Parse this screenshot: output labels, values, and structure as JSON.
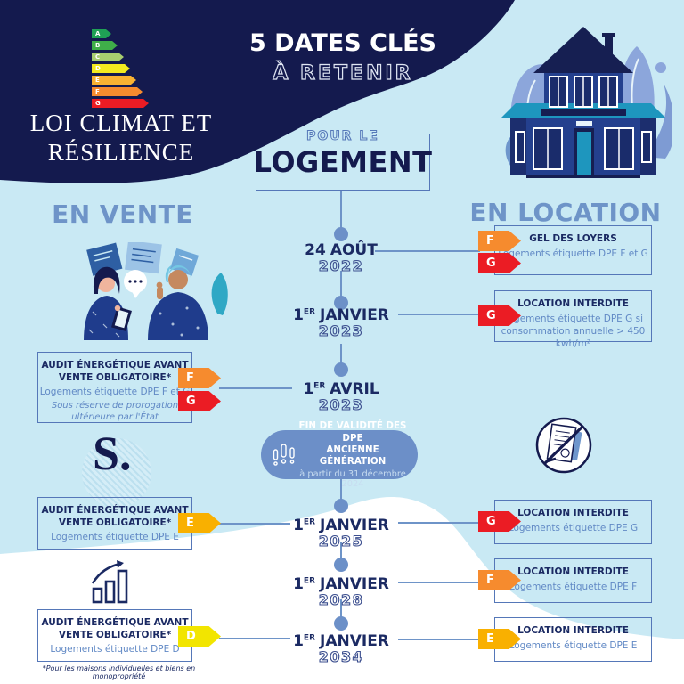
{
  "brand": {
    "line1": "LOI CLIMAT ET",
    "line2": "RÉSILIENCE"
  },
  "energy_scale": [
    {
      "letter": "A",
      "color": "#1FA055"
    },
    {
      "letter": "B",
      "color": "#3FAE49"
    },
    {
      "letter": "C",
      "color": "#A8CE6F"
    },
    {
      "letter": "D",
      "color": "#F3EA1F"
    },
    {
      "letter": "E",
      "color": "#F9B232"
    },
    {
      "letter": "F",
      "color": "#F68B2E"
    },
    {
      "letter": "G",
      "color": "#EB1C24"
    }
  ],
  "header": {
    "title": "5 DATES CLÉS",
    "subtitle": "À RETENIR",
    "kicker": "POUR LE",
    "topic": "LOGEMENT"
  },
  "columns": {
    "vente": "EN VENTE",
    "location": "EN LOCATION"
  },
  "timeline": {
    "events": [
      {
        "day": "24",
        "ord": "",
        "month": "AOÛT",
        "year": "2022"
      },
      {
        "day": "1",
        "ord": "ER",
        "month": "JANVIER",
        "year": "2023"
      },
      {
        "day": "1",
        "ord": "ER",
        "month": "AVRIL",
        "year": "2023"
      },
      {
        "day": "1",
        "ord": "ER",
        "month": "JANVIER",
        "year": "2025"
      },
      {
        "day": "1",
        "ord": "ER",
        "month": "JANVIER",
        "year": "2028"
      },
      {
        "day": "1",
        "ord": "ER",
        "month": "JANVIER",
        "year": "2034"
      }
    ]
  },
  "badge": {
    "line1": "FIN DE VALIDITÉ DES DPE",
    "line2": "ANCIENNE GÉNÉRATION",
    "line3": "à partir du 31 décembre 2024"
  },
  "vente_boxes": [
    {
      "title1": "AUDIT ÉNERGÉTIQUE AVANT",
      "title2": "VENTE OBLIGATOIRE*",
      "desc": "Logements étiquette DPE F et G",
      "note1": "Sous réserve de prorogation",
      "note2": "ultérieure par l'État",
      "tag1": {
        "label": "F",
        "color": "#F68B2E"
      },
      "tag2": {
        "label": "G",
        "color": "#EB1C24"
      }
    },
    {
      "title1": "AUDIT ÉNERGÉTIQUE AVANT",
      "title2": "VENTE OBLIGATOIRE*",
      "desc": "Logements étiquette DPE E",
      "tag1": {
        "label": "E",
        "color": "#F9B000"
      }
    },
    {
      "title1": "AUDIT ÉNERGÉTIQUE AVANT",
      "title2": "VENTE OBLIGATOIRE*",
      "desc": "Logements étiquette DPE D",
      "tag1": {
        "label": "D",
        "color": "#F2E500"
      }
    }
  ],
  "location_boxes": [
    {
      "title": "GEL DES LOYERS",
      "desc": "Logements étiquette DPE F et G",
      "tag1": {
        "label": "F",
        "color": "#F68B2E"
      },
      "tag2": {
        "label": "G",
        "color": "#EB1C24"
      }
    },
    {
      "title": "LOCATION INTERDITE",
      "desc": "Logements étiquette DPE G si",
      "desc2": "consommation annuelle > 450 kwh/m²",
      "tag1": {
        "label": "G",
        "color": "#EB1C24"
      }
    },
    {
      "title": "LOCATION INTERDITE",
      "desc": "Logements étiquette DPE G",
      "tag1": {
        "label": "G",
        "color": "#EB1C24"
      }
    },
    {
      "title": "LOCATION INTERDITE",
      "desc": "Logements étiquette DPE F",
      "tag1": {
        "label": "F",
        "color": "#F68B2E"
      }
    },
    {
      "title": "LOCATION INTERDITE",
      "desc": "Logements étiquette DPE E",
      "tag1": {
        "label": "E",
        "color": "#F9B000"
      }
    }
  ],
  "logo": {
    "text": "S."
  },
  "footnote": "*Pour les maisons individuelles et biens en monopropriété",
  "colors": {
    "navy": "#141A4E",
    "light_blue": "#C9E9F4",
    "mid_blue": "#6E94C8",
    "accent_blue": "#5577B8"
  }
}
